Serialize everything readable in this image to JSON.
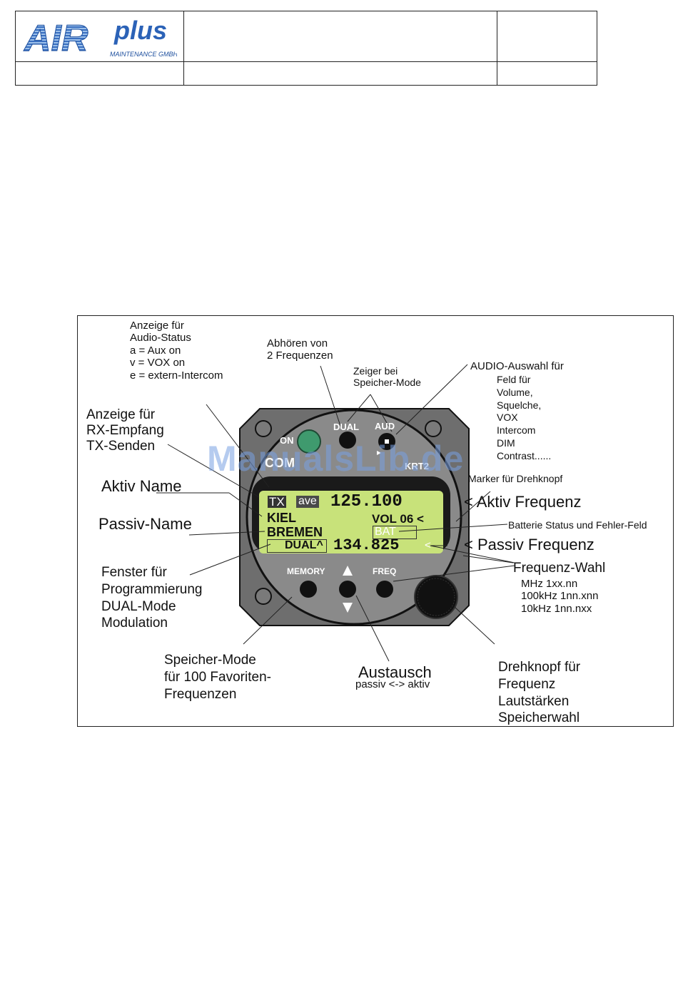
{
  "header": {
    "logo_main": "AIR",
    "logo_plus": "plus",
    "logo_sub": "MAINTENANCE GMBH"
  },
  "device": {
    "buttons": {
      "on": "ON",
      "dual": "DUAL",
      "aud": "AUD",
      "memory": "MEMORY",
      "freq": "FREQ"
    },
    "panel_left": "COM",
    "panel_right": "KRT2",
    "display": {
      "tx": "TX",
      "audio_status": "ave",
      "active_freq": "125.100",
      "active_name": "KIEL",
      "vol": "VOL 06 <",
      "passive_name": "BREMEN",
      "bat": "BAT",
      "dual_mode": "DUAL^",
      "passive_freq": "134.825",
      "passive_marker": "<"
    }
  },
  "callouts": {
    "audio_status": "Anzeige für\nAudio-Status\na = Aux on\nv = VOX on\ne = extern-Intercom",
    "dual_listen": "Abhören von\n2 Frequenzen",
    "memory_pointer": "Zeiger bei\nSpeicher-Mode",
    "audio_select_title": "AUDIO-Auswahl für",
    "audio_select_items": "Feld für\nVolume,\nSquelche,\nVOX\nIntercom\nDIM\nContrast......",
    "rx_tx": "Anzeige für\nRX-Empfang\nTX-Senden",
    "knob_marker": "Marker für Drehknopf",
    "active_name": "Aktiv Name",
    "active_freq": "< Aktiv Frequenz",
    "passive_name": "Passiv-Name",
    "battery": "Batterie Status und Fehler-Feld",
    "passive_freq": "< Passiv Frequenz",
    "prog_window": "Fenster für\n  Programmierung\n  DUAL-Mode\n  Modulation",
    "freq_select_title": "Frequenz-Wahl",
    "freq_select_items": "MHz 1xx.nn\n100kHz 1nn.xnn\n   10kHz 1nn.nxx",
    "memory_mode": "Speicher-Mode\nfür 100 Favoriten-\nFrequenzen",
    "swap_title": "Austausch",
    "swap_sub": "passiv <-> aktiv",
    "knob": "Drehknopf für\n Frequenz\n Lautstärken\n Speicherwahl"
  },
  "watermark": "ManualsLib.de",
  "colors": {
    "lcd": "#c8e27a",
    "bezel": "#1a1a1a",
    "panel": "#7a7a7a",
    "on_button": "#3f9a6e",
    "watermark": "#78a0e1"
  }
}
